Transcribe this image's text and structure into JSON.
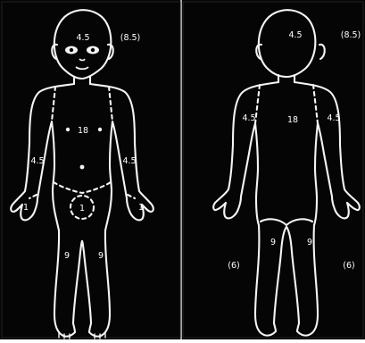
{
  "colors": {
    "background": "#050505",
    "outline": "#f4f4f4",
    "divider": "#d8d8d8"
  },
  "figures": {
    "front": {
      "head": "4.5",
      "head_infant": "(8.5)",
      "trunk": "18",
      "arm_left": "4.5",
      "arm_right": "4.5",
      "hand_left": "1",
      "hand_right": "1",
      "genitals": "1",
      "leg_left": "9",
      "leg_right": "9"
    },
    "back": {
      "head": "4.5",
      "head_infant": "(8.5)",
      "trunk": "18",
      "arm_left": "4.5",
      "arm_right": "4.5",
      "leg_left": "9",
      "leg_right": "9",
      "lower_leg_left": "(6)",
      "lower_leg_right": "(6)"
    }
  }
}
